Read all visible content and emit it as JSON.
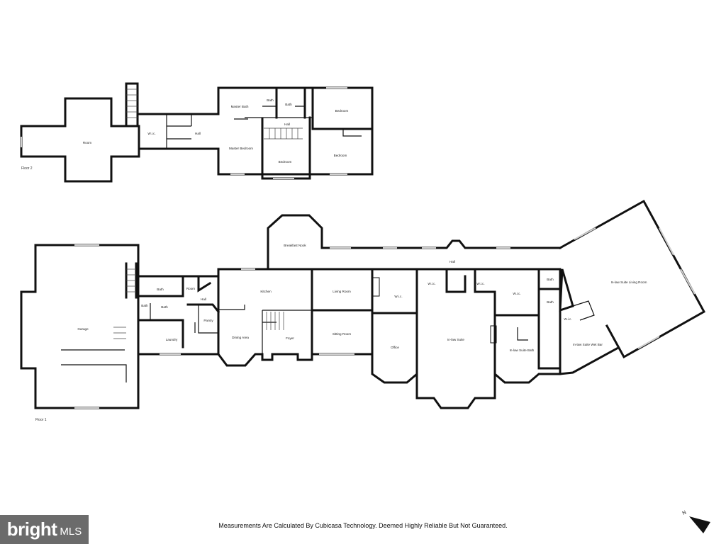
{
  "floors": {
    "floor2": {
      "label": "Floor 2",
      "rooms": {
        "room": "Room",
        "wic": "W.i.c.",
        "hall_west": "Hall",
        "master_bath": "Master Bath",
        "bath_a": "Bath",
        "bath_b": "Bath",
        "bedroom_ne": "Bedroom",
        "hall_center": "Hall",
        "master_bedroom": "Master Bedroom",
        "bedroom_s": "Bedroom",
        "bedroom_e": "Bedroom"
      }
    },
    "floor1": {
      "label": "Floor 1",
      "rooms": {
        "garage": "Garage",
        "bath_top": "Bath",
        "room_small": "Room",
        "hall_small": "Hall",
        "bath_left": "Bath",
        "bath_mid": "Bath",
        "pantry": "Pantry",
        "laundry": "Laundry",
        "kitchen": "Kitchen",
        "breakfast_nook": "Breakfast Nook",
        "dining_area": "Dining Area",
        "foyer": "Foyer",
        "living_room": "Living Room",
        "sitting_room": "Sitting Room",
        "wic_1": "W.i.c.",
        "wic_2": "W.i.c.",
        "wic_3": "W.i.c.",
        "wic_4": "W.i.c.",
        "wic_5": "W.i.c.",
        "hall_main": "Hall",
        "office": "Office",
        "inlaw_suite": "In-law Suite",
        "inlaw_suite_bath": "In-law Suite Bath",
        "bath_right_top": "Bath",
        "bath_right_bottom": "Bath",
        "inlaw_living_room": "In-law Suite Living Room",
        "inlaw_wet_bar": "In-law Suite Wet Bar"
      }
    }
  },
  "footer": {
    "disclaimer": "Measurements Are Calculated By Cubicasa Technology. Deemed Highly Reliable But Not Guaranteed."
  },
  "brand": {
    "logo": "bright",
    "suffix": "MLS",
    "background": "#6b6b6b"
  },
  "compass": {
    "letter": "N",
    "icon": "north-arrow-icon"
  }
}
